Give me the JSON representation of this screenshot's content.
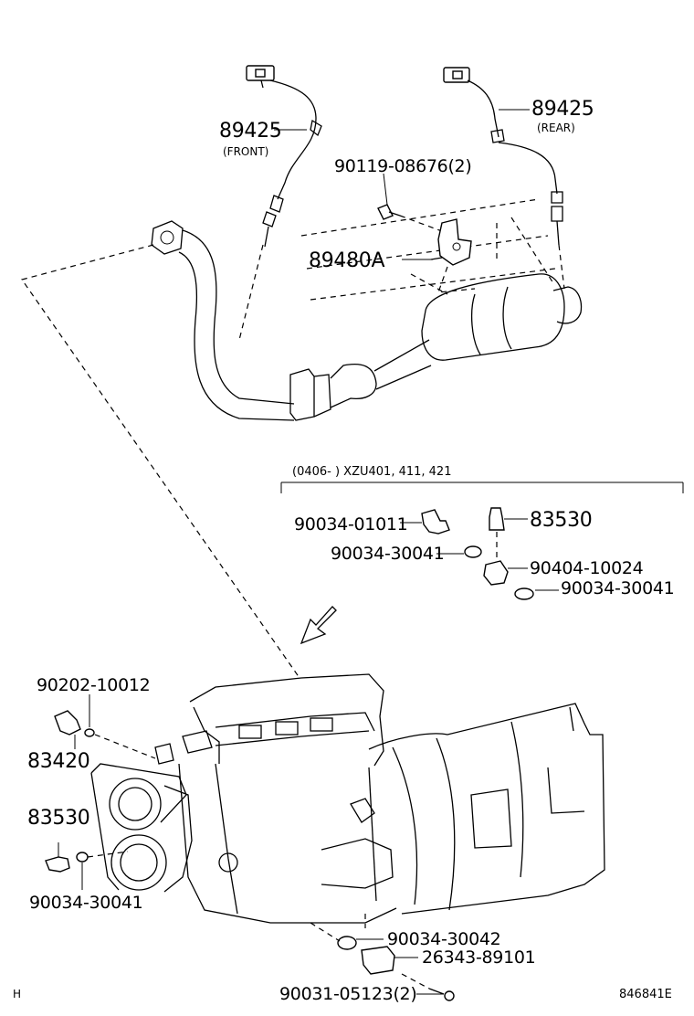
{
  "labels": {
    "sensor_front_pn": "89425",
    "sensor_front_note": "(FRONT)",
    "sensor_rear_pn": "89425",
    "sensor_rear_note": "(REAR)",
    "bolt_pn": "90119-08676(2)",
    "bracket_pn": "89480A",
    "range_note": "(0406-      )  XZU401, 411, 421",
    "bolt2_pn": "90034-01011",
    "sw_right_pn": "83530",
    "gasket_a_pn": "90034-30041",
    "union_pn": "90404-10024",
    "gasket_b_pn": "90034-30041",
    "plug_pn": "90202-10012",
    "sw_left_top_pn": "83420",
    "sw_left_pn": "83530",
    "gasket_left_pn": "90034-30041",
    "gasket_bottom_pn": "90034-30042",
    "sensor_bottom_pn": "26343-89101",
    "bolt_bottom_pn": "90031-05123(2)",
    "corner_left": "H",
    "drawing_no": "846841E"
  },
  "colors": {
    "ink": "#000000",
    "paper": "#ffffff"
  }
}
